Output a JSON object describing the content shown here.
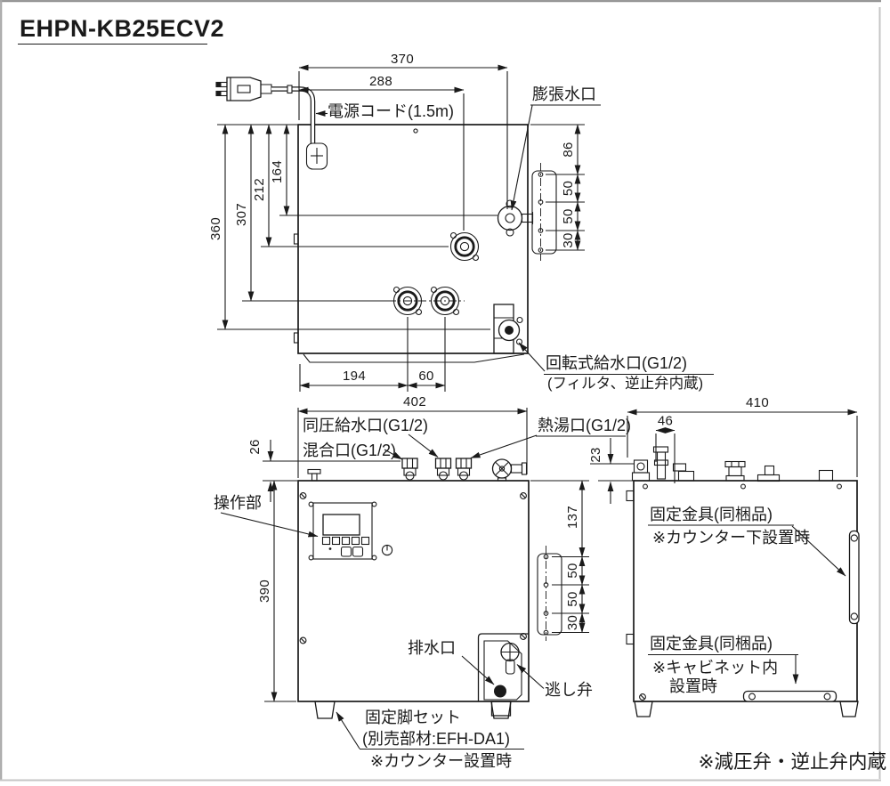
{
  "title": "EHPN-KB25ECV2",
  "colors": {
    "line": "#1a1a1a",
    "background": "#ffffff"
  },
  "top_view": {
    "dim_width_total": "370",
    "dim_width_cord": "288",
    "label_power_cord": "電源コード(1.5m)",
    "label_expansion_port": "膨張水口",
    "dim_depth_total": "360",
    "dim_depth_307": "307",
    "dim_depth_212": "212",
    "dim_depth_164": "164",
    "dim_right_86": "86",
    "dim_right_50a": "50",
    "dim_right_50b": "50",
    "dim_right_30": "30",
    "dim_bottom_194": "194",
    "dim_bottom_60": "60",
    "label_rotary_inlet": "回転式給水口(G1/2)",
    "label_rotary_inlet_note": "(フィルタ、逆止弁内蔵)"
  },
  "front_view": {
    "dim_width": "402",
    "dim_top_26": "26",
    "dim_height": "390",
    "dim_right_137": "137",
    "dim_right_50a": "50",
    "dim_right_50b": "50",
    "dim_right_30": "30",
    "label_equal_pressure_inlet": "同圧給水口(G1/2)",
    "label_mixing_port": "混合口(G1/2)",
    "label_hot_water_port": "熱湯口(G1/2)",
    "label_operation_panel": "操作部",
    "label_drain_port": "排水口",
    "label_relief_valve": "逃し弁",
    "label_fixing_legs": "固定脚セット",
    "label_fixing_legs_part": "(別売部材:EFH-DA1)",
    "label_fixing_legs_note": "※カウンター設置時"
  },
  "side_view": {
    "dim_depth": "410",
    "dim_top_46": "46",
    "dim_top_23": "23",
    "label_bracket_top": "固定金具(同梱品)",
    "label_bracket_top_note": "※カウンター下設置時",
    "label_bracket_bottom": "固定金具(同梱品)",
    "label_bracket_bottom_note1": "※キャビネット内",
    "label_bracket_bottom_note2": "設置時"
  },
  "footer": {
    "note": "※減圧弁・逆止弁内蔵"
  }
}
